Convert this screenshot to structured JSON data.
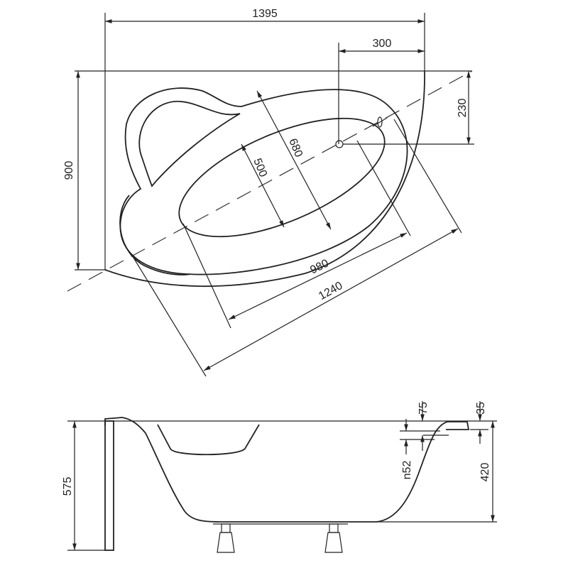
{
  "title": "Corner bathtub technical drawing",
  "top_view": {
    "overall_width": "1395",
    "drain_offset_x": "300",
    "drain_offset_y": "230",
    "overall_depth": "900",
    "outer_width": "680",
    "inner_width": "500",
    "inner_length": "980",
    "outer_length": "1240"
  },
  "side_view": {
    "total_height": "575",
    "tub_depth": "420",
    "overflow_top": "75",
    "rim_thickness": "35",
    "overflow_diameter": "n52"
  },
  "colors": {
    "line": "#222222",
    "background": "#ffffff"
  }
}
